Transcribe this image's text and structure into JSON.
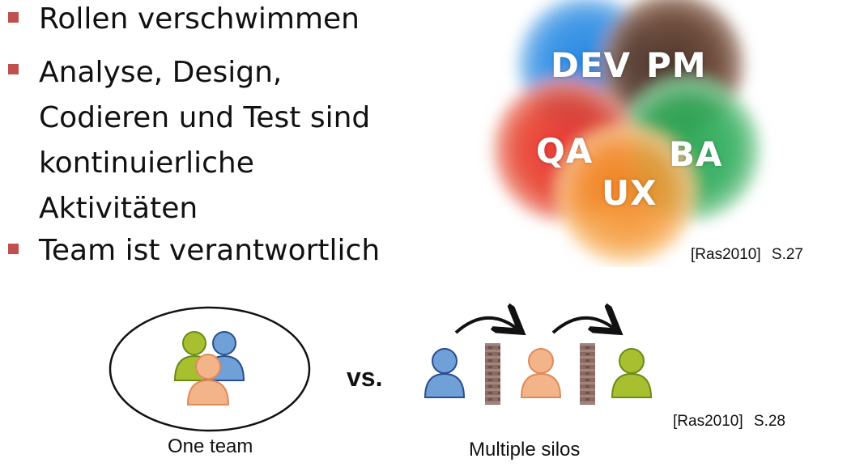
{
  "bullets": {
    "item1": "Rollen verschwimmen",
    "item2_lines": [
      "Analyse, Design,",
      "Codieren und Test sind",
      "kontinuierliche",
      "Aktivitäten"
    ],
    "item3": "Team ist verantwortlich"
  },
  "roles": {
    "dev": "DEV",
    "pm": "PM",
    "qa": "QA",
    "ba": "BA",
    "ux": "UX"
  },
  "citations": {
    "top": "[Ras2010] S.27",
    "bottom": "[Ras2010] S.28"
  },
  "teams": {
    "vs": "vs.",
    "one_team": "One team",
    "multiple_silos": "Multiple silos"
  },
  "colors": {
    "bullet": "#c0504d",
    "dev": "#3a8fd9",
    "pm": "#5a3a2a",
    "qa": "#e8352a",
    "ba": "#2eaa55",
    "ux": "#f08a1e",
    "person_blue": "#6fa0d8",
    "person_orange": "#f0a070",
    "person_green": "#a8c030"
  }
}
